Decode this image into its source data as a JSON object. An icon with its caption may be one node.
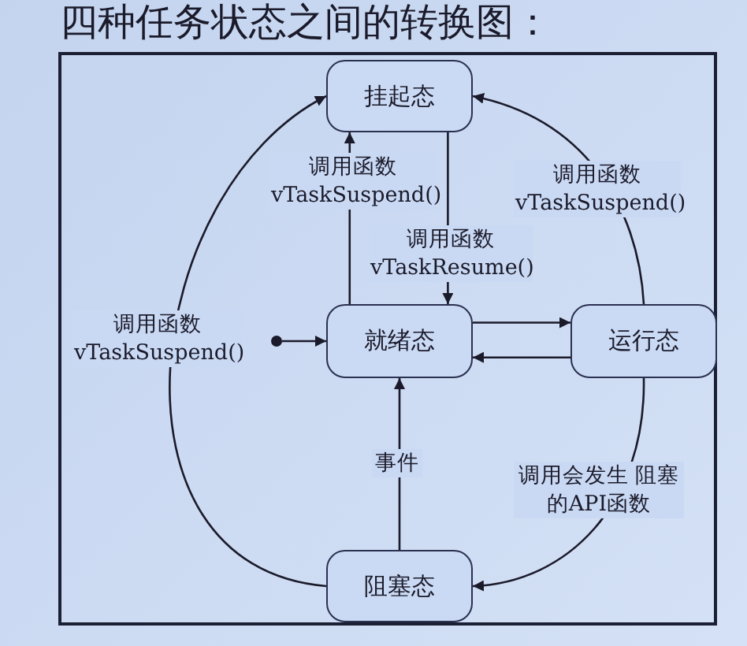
{
  "diagram": {
    "title": "四种任务状态之间的转换图：",
    "nodes": [
      {
        "text": [
          "挂起态"
        ]
      },
      {
        "text": [
          "就绪态"
        ]
      },
      {
        "text": [
          "运行态"
        ]
      },
      {
        "text": [
          "阻塞态"
        ]
      },
      {
        "text": [],
        "shape": "circle"
      }
    ],
    "edges": [
      {
        "from": 1,
        "to": 0,
        "arrow": "to",
        "label": "调用函数 vTaskSuspend()"
      },
      {
        "from": 0,
        "to": 1,
        "arrow": "to",
        "label": "调用函数 vTaskResume()"
      },
      {
        "from": 2,
        "to": 0,
        "arrow": "to",
        "label": "调用函数 vTaskSuspend()"
      },
      {
        "from": 3,
        "to": 0,
        "arrow": "to",
        "label": "调用函数 vTaskSuspend()"
      },
      {
        "from": 4,
        "to": 1,
        "arrow": "to"
      },
      {
        "from": 1,
        "to": 2,
        "arrow": "to"
      },
      {
        "from": 2,
        "to": 1,
        "arrow": "to"
      },
      {
        "from": 3,
        "to": 1,
        "arrow": "to",
        "label": "事件"
      },
      {
        "from": 2,
        "to": 3,
        "arrow": "to",
        "label": "调用会发生 阻塞的API函数"
      }
    ]
  }
}
